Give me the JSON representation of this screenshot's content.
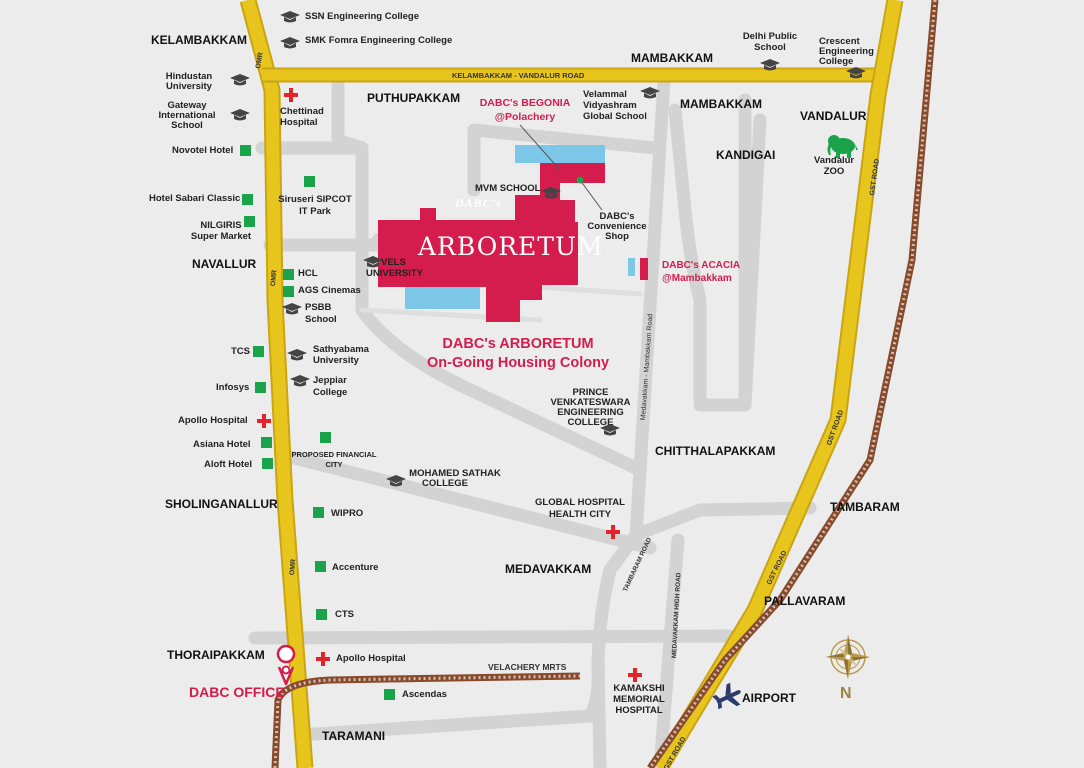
{
  "map": {
    "project": {
      "brand": "DABC's",
      "name": "ARBORETUM",
      "headline_line1": "DABC's ARBORETUM",
      "headline_line2": "On-Going Housing Colony"
    },
    "projects": {
      "begonia_line1": "DABC's BEGONIA",
      "begonia_line2": "@Polachery",
      "acacia_line1": "DABC's ACACIA",
      "acacia_line2": "@Mambakkam"
    },
    "office": "DABC OFFICE",
    "areas": {
      "kelambakkam": "KELAMBAKKAM",
      "mambakkam_top": "MAMBAKKAM",
      "mambakkam": "MAMBAKKAM",
      "puthupakkam": "PUTHUPAKKAM",
      "vandalur": "VANDALUR",
      "kandigai": "KANDIGAI",
      "navallur": "NAVALLUR",
      "chitthalapakkam": "CHITTHALAPAKKAM",
      "sholinganallur": "SHOLINGANALLUR",
      "tambaram": "TAMBARAM",
      "medavakkam": "MEDAVAKKAM",
      "pallavaram": "PALLAVARAM",
      "thoraipakkam": "THORAIPAKKAM",
      "taramani": "TARAMANI"
    },
    "roads": {
      "kelambakkam_vandalur": "KELAMBAKKAM - VANDALUR ROAD",
      "omr": "OMR",
      "gst": "GST ROAD",
      "medavakkam_mambakkam": "Medavakkam - Mambakkam Road",
      "tambaram_road": "TAMBARAM ROAD",
      "medavakkam_high": "MEDAVAKKAM HIGH ROAD",
      "velachery_mrts": "VELACHERY MRTS"
    },
    "colleges": {
      "ssn": "SSN Engineering College",
      "smk": "SMK Fomra Engineering College",
      "hindustan_1": "Hindustan",
      "hindustan_2": "University",
      "gateway_1": "Gateway",
      "gateway_2": "International",
      "gateway_3": "School",
      "dps_1": "Delhi Public",
      "dps_2": "School",
      "crescent_1": "Crescent",
      "crescent_2": "Engineering",
      "crescent_3": "College",
      "velammal_1": "Velammal",
      "velammal_2": "Vidyashram",
      "velammal_3": "Global School",
      "mvm": "MVM SCHOOL",
      "vels_1": "VELS",
      "vels_2": "UNIVERSITY",
      "psbb_1": "PSBB",
      "psbb_2": "School",
      "sathyabama_1": "Sathyabama",
      "sathyabama_2": "University",
      "jeppiar_1": "Jeppiar",
      "jeppiar_2": "College",
      "prince_1": "PRINCE",
      "prince_2": "VENKATESWARA",
      "prince_3": "ENGINEERING",
      "prince_4": "COLLEGE",
      "mohamed_1": "MOHAMED SATHAK",
      "mohamed_2": "COLLEGE"
    },
    "places": {
      "novotel": "Novotel Hotel",
      "sabari": "Hotel Sabari Classic",
      "nilgiris_1": "NILGIRIS",
      "nilgiris_2": "Super Market",
      "sipcot_1": "Siruseri SIPCOT",
      "sipcot_2": "IT Park",
      "hcl": "HCL",
      "ags": "AGS Cinemas",
      "tcs": "TCS",
      "infosys": "Infosys",
      "asiana": "Asiana Hotel",
      "aloft": "Aloft Hotel",
      "financial_1": "PROPOSED FINANCIAL",
      "financial_2": "CITY",
      "wipro": "WIPRO",
      "accenture": "Accenture",
      "cts": "CTS",
      "ascendas": "Ascendas",
      "shop_1": "DABC's",
      "shop_2": "Convenience",
      "shop_3": "Shop",
      "zoo_1": "Vandalur",
      "zoo_2": "ZOO",
      "airport": "AIRPORT"
    },
    "hospitals": {
      "chettinad_1": "Chettinad",
      "chettinad_2": "Hospital",
      "apollo_left": "Apollo Hospital",
      "apollo_bottom": "Apollo Hospital",
      "global_1": "GLOBAL HOSPITAL",
      "global_2": "HEALTH CITY",
      "kamakshi_1": "KAMAKSHI",
      "kamakshi_2": "MEMORIAL",
      "kamakshi_3": "HOSPITAL"
    },
    "compass": "N",
    "colors": {
      "background": "#ececec",
      "minor_road": "#d6d6d6",
      "major_road": "#e6c21a",
      "railway": "#8a4a2a",
      "project_red": "#d41c4d",
      "water": "#7cc7e8",
      "marker_green": "#1aa34a",
      "hospital_red": "#e3232b"
    }
  }
}
